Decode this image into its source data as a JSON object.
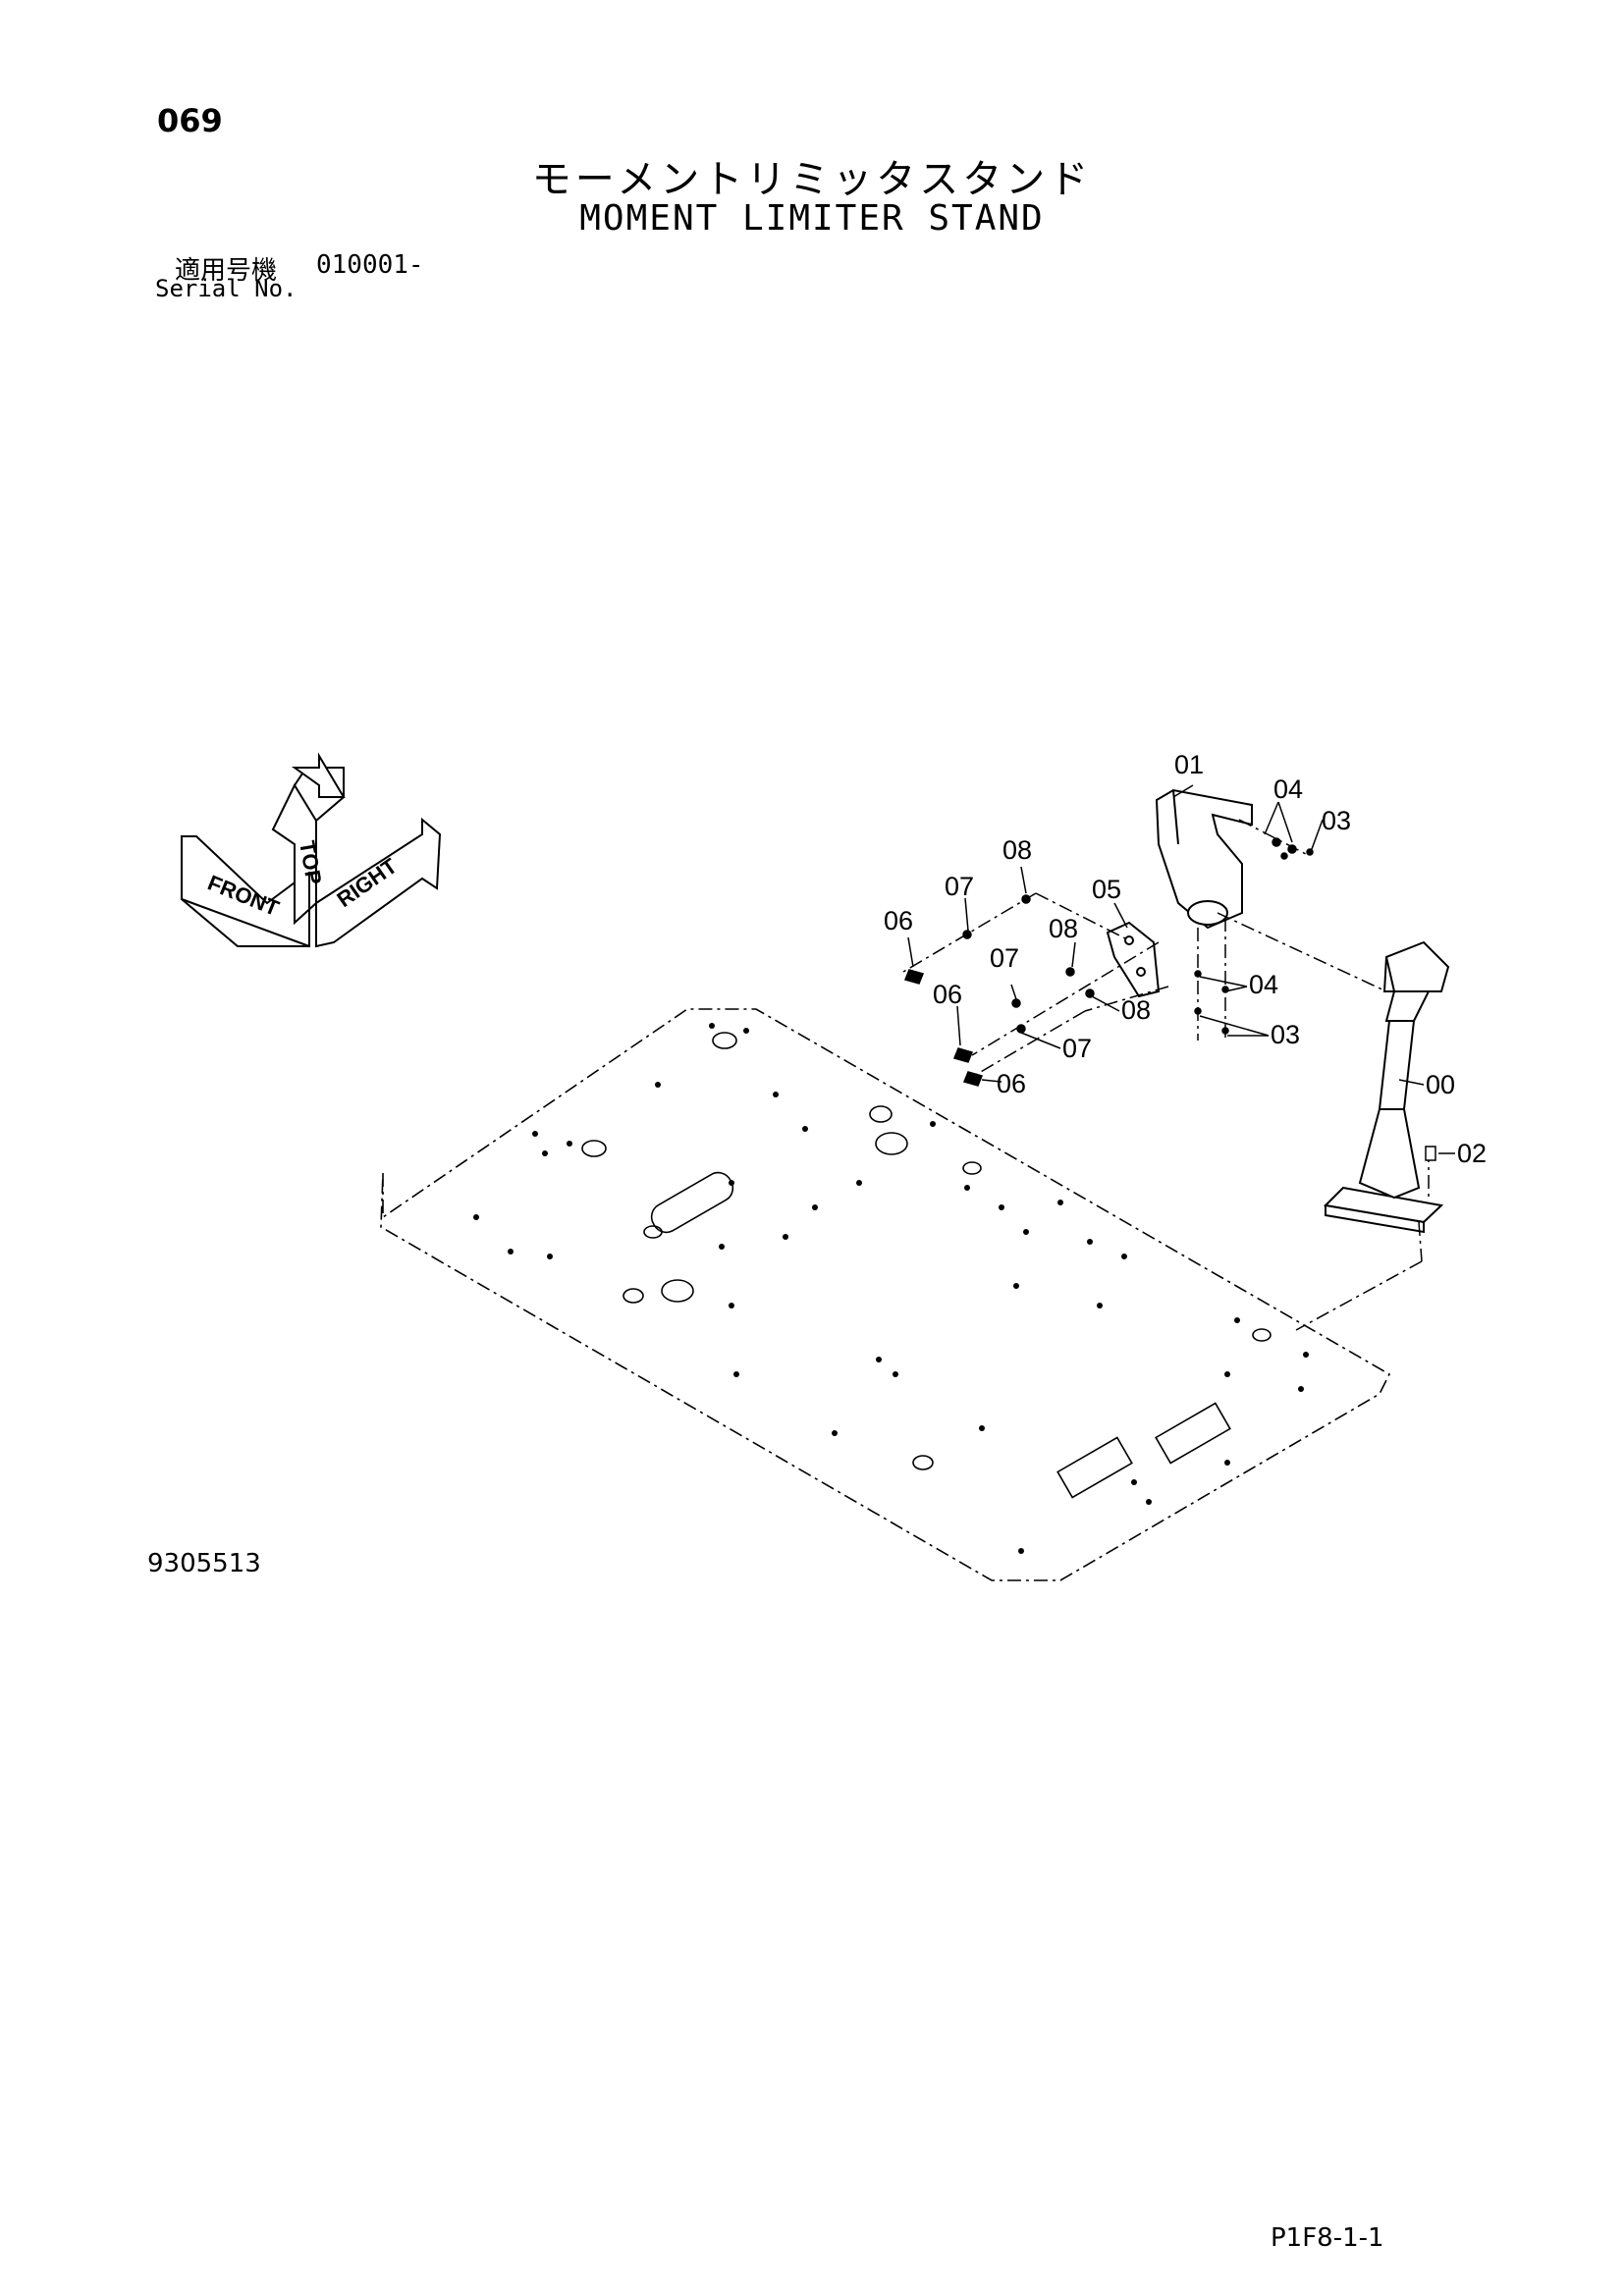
{
  "page_number": "069",
  "title_jp": "モーメントリミッタスタンド",
  "title_en": "MOMENT LIMITER STAND",
  "serial_label_jp": "適用号機",
  "serial_value": "010001-",
  "serial_label_en": "Serial No.",
  "drawing_number": "9305513",
  "page_code": "P1F8-1-1",
  "orientation": {
    "front": "FRONT",
    "top": "TOP",
    "right": "RIGHT"
  },
  "callouts": {
    "c00": "00",
    "c01": "01",
    "c02": "02",
    "c03a": "03",
    "c03b": "03",
    "c04a": "04",
    "c04b": "04",
    "c05": "05",
    "c06a": "06",
    "c06b": "06",
    "c06c": "06",
    "c07a": "07",
    "c07b": "07",
    "c07c": "07",
    "c08a": "08",
    "c08b": "08",
    "c08c": "08"
  }
}
